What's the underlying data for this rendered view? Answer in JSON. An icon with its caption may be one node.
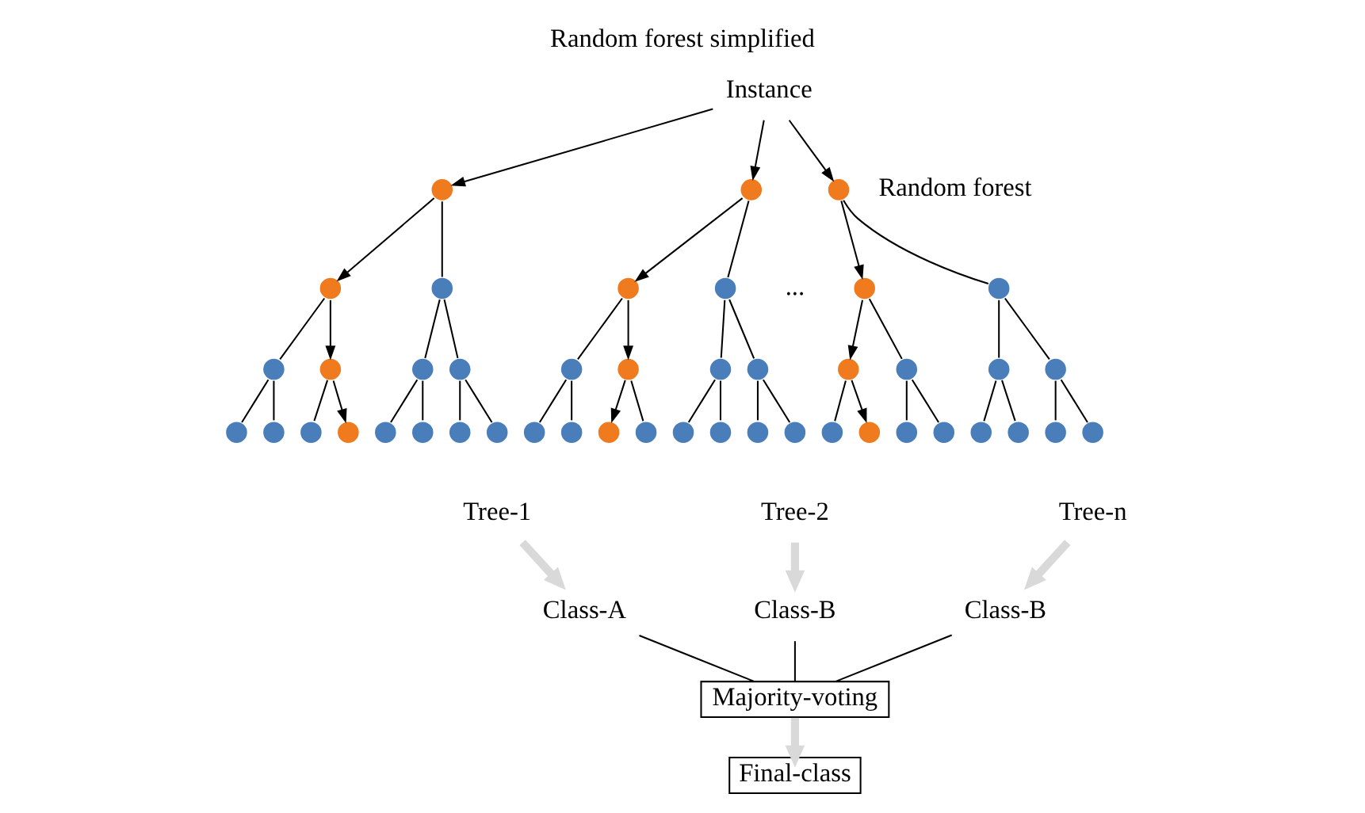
{
  "diagram": {
    "title": "Random forest simplified",
    "nodes": [
      {
        "text": [
          "Instance"
        ]
      },
      {
        "text": [],
        "shape": "circle"
      },
      {
        "text": [],
        "shape": "circle"
      },
      {
        "text": [],
        "shape": "circle"
      },
      {
        "text": [],
        "shape": "circle"
      },
      {
        "text": [],
        "shape": "circle"
      },
      {
        "text": [],
        "shape": "circle"
      },
      {
        "text": [],
        "shape": "circle"
      },
      {
        "text": [],
        "shape": "circle"
      },
      {
        "text": [],
        "shape": "circle"
      },
      {
        "text": [],
        "shape": "circle"
      },
      {
        "text": [],
        "shape": "circle"
      },
      {
        "text": [],
        "shape": "circle"
      },
      {
        "text": [],
        "shape": "circle"
      },
      {
        "text": [],
        "shape": "circle"
      },
      {
        "text": [],
        "shape": "circle"
      },
      {
        "text": [],
        "shape": "circle"
      },
      {
        "text": [],
        "shape": "circle"
      },
      {
        "text": [],
        "shape": "circle"
      },
      {
        "text": [],
        "shape": "circle"
      },
      {
        "text": [],
        "shape": "circle"
      },
      {
        "text": [],
        "shape": "circle"
      },
      {
        "text": [],
        "shape": "circle"
      },
      {
        "text": [],
        "shape": "circle"
      },
      {
        "text": [],
        "shape": "circle"
      },
      {
        "text": [],
        "shape": "circle"
      },
      {
        "text": [],
        "shape": "circle"
      },
      {
        "text": [],
        "shape": "circle"
      },
      {
        "text": [],
        "shape": "circle"
      },
      {
        "text": [],
        "shape": "circle"
      },
      {
        "text": [],
        "shape": "circle"
      },
      {
        "text": [],
        "shape": "circle"
      },
      {
        "text": [],
        "shape": "circle"
      },
      {
        "text": [],
        "shape": "circle"
      },
      {
        "text": [],
        "shape": "circle"
      },
      {
        "text": [],
        "shape": "circle"
      },
      {
        "text": [],
        "shape": "circle"
      },
      {
        "text": [],
        "shape": "circle"
      },
      {
        "text": [],
        "shape": "circle"
      },
      {
        "text": [],
        "shape": "circle"
      },
      {
        "text": [],
        "shape": "circle"
      },
      {
        "text": [],
        "shape": "circle"
      },
      {
        "text": [],
        "shape": "circle"
      },
      {
        "text": [],
        "shape": "circle"
      },
      {
        "text": [],
        "shape": "circle"
      },
      {
        "text": [],
        "shape": "circle"
      },
      {
        "text": [
          "Tree-1"
        ]
      },
      {
        "text": [
          "Tree-2"
        ]
      },
      {
        "text": [
          "Tree-n"
        ]
      },
      {
        "text": [
          "Class-A"
        ]
      },
      {
        "text": [
          "Class-B"
        ]
      },
      {
        "text": [
          "Class-B"
        ]
      },
      {
        "text": [
          "Majority-voting"
        ]
      },
      {
        "text": [
          "Final-class"
        ]
      }
    ],
    "edges": [
      {
        "from": 0,
        "to": 1,
        "arrow": "to"
      },
      {
        "from": 0,
        "to": 16,
        "arrow": "to"
      },
      {
        "from": 0,
        "to": 31,
        "arrow": "to"
      },
      {
        "from": 1,
        "to": 2,
        "arrow": "none"
      },
      {
        "from": 1,
        "to": 3,
        "arrow": "to"
      },
      {
        "from": 2,
        "to": 4,
        "arrow": "none"
      },
      {
        "from": 2,
        "to": 5,
        "arrow": "none"
      },
      {
        "from": 3,
        "to": 6,
        "arrow": "none"
      },
      {
        "from": 3,
        "to": 7,
        "arrow": "to"
      },
      {
        "from": 4,
        "to": 8,
        "arrow": "none"
      },
      {
        "from": 4,
        "to": 9,
        "arrow": "none"
      },
      {
        "from": 5,
        "to": 10,
        "arrow": "none"
      },
      {
        "from": 5,
        "to": 11,
        "arrow": "none"
      },
      {
        "from": 6,
        "to": 12,
        "arrow": "none"
      },
      {
        "from": 6,
        "to": 13,
        "arrow": "none"
      },
      {
        "from": 7,
        "to": 14,
        "arrow": "none"
      },
      {
        "from": 7,
        "to": 15,
        "arrow": "to"
      },
      {
        "from": 16,
        "to": 17,
        "arrow": "none"
      },
      {
        "from": 16,
        "to": 18,
        "arrow": "to"
      },
      {
        "from": 17,
        "to": 19,
        "arrow": "none"
      },
      {
        "from": 17,
        "to": 20,
        "arrow": "none"
      },
      {
        "from": 18,
        "to": 21,
        "arrow": "none"
      },
      {
        "from": 18,
        "to": 22,
        "arrow": "to"
      },
      {
        "from": 19,
        "to": 23,
        "arrow": "none"
      },
      {
        "from": 19,
        "to": 24,
        "arrow": "none"
      },
      {
        "from": 20,
        "to": 25,
        "arrow": "none"
      },
      {
        "from": 20,
        "to": 26,
        "arrow": "none"
      },
      {
        "from": 21,
        "to": 27,
        "arrow": "none"
      },
      {
        "from": 21,
        "to": 28,
        "arrow": "none"
      },
      {
        "from": 22,
        "to": 29,
        "arrow": "to"
      },
      {
        "from": 22,
        "to": 30,
        "arrow": "none"
      },
      {
        "from": 31,
        "to": 32,
        "arrow": "none"
      },
      {
        "from": 31,
        "to": 33,
        "arrow": "to"
      },
      {
        "from": 32,
        "to": 34,
        "arrow": "none"
      },
      {
        "from": 32,
        "to": 35,
        "arrow": "none"
      },
      {
        "from": 33,
        "to": 36,
        "arrow": "to"
      },
      {
        "from": 33,
        "to": 37,
        "arrow": "none"
      },
      {
        "from": 34,
        "to": 38,
        "arrow": "none"
      },
      {
        "from": 34,
        "to": 39,
        "arrow": "none"
      },
      {
        "from": 35,
        "to": 40,
        "arrow": "none"
      },
      {
        "from": 35,
        "to": 41,
        "arrow": "none"
      },
      {
        "from": 36,
        "to": 42,
        "arrow": "none"
      },
      {
        "from": 36,
        "to": 43,
        "arrow": "to"
      },
      {
        "from": 37,
        "to": 44,
        "arrow": "none"
      },
      {
        "from": 37,
        "to": 45,
        "arrow": "none"
      },
      {
        "from": 46,
        "to": 49,
        "arrow": "to",
        "style": "thick",
        "color": "#d9d9d9"
      },
      {
        "from": 47,
        "to": 50,
        "arrow": "to",
        "style": "thick",
        "color": "#d9d9d9"
      },
      {
        "from": 48,
        "to": 51,
        "arrow": "to",
        "style": "thick",
        "color": "#d9d9d9"
      },
      {
        "from": 49,
        "to": 52,
        "arrow": "none"
      },
      {
        "from": 50,
        "to": 52,
        "arrow": "none"
      },
      {
        "from": 51,
        "to": 52,
        "arrow": "none"
      },
      {
        "from": 52,
        "to": 53,
        "arrow": "to",
        "style": "thick",
        "color": "#d9d9d9"
      }
    ],
    "labels": [
      "Random forest",
      "..."
    ]
  }
}
